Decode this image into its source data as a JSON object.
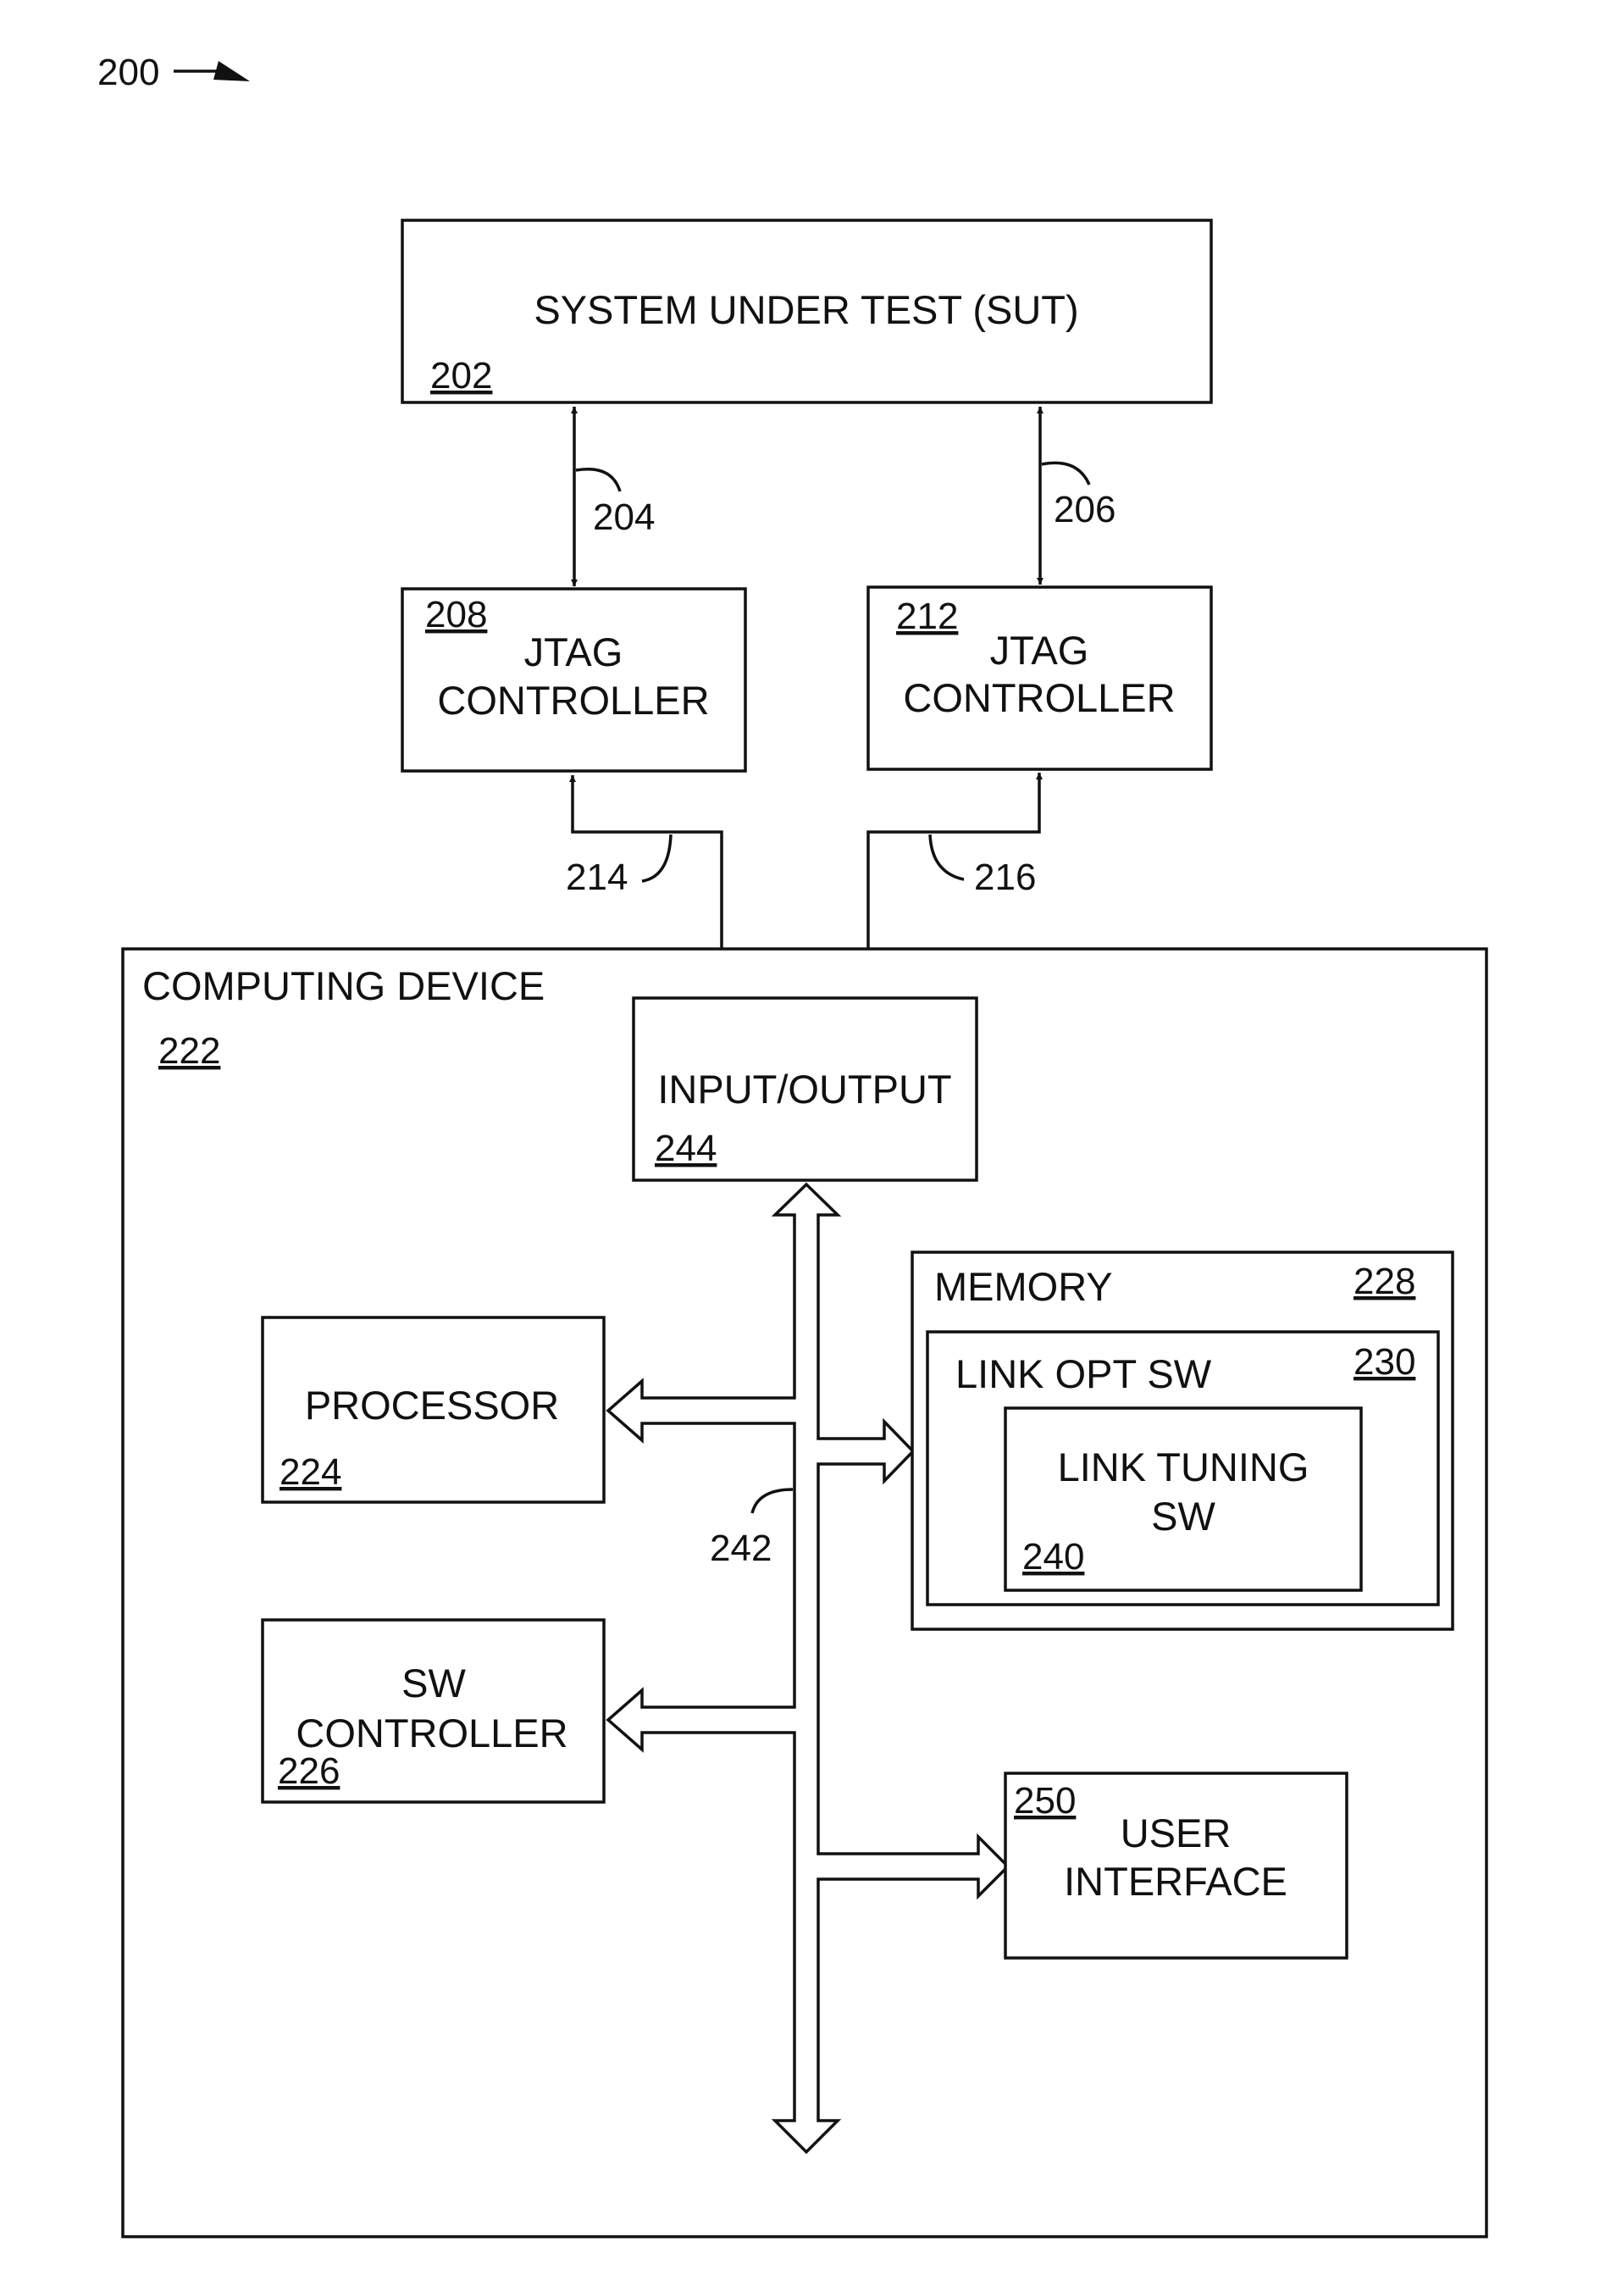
{
  "figure": {
    "number": "200",
    "sut": {
      "label": "SYSTEM UNDER TEST (SUT)",
      "ref": "202"
    },
    "links": {
      "sut_jtag_left": "204",
      "sut_jtag_right": "206",
      "jtag_io_left": "214",
      "jtag_io_right": "216",
      "bus": "242"
    },
    "jtag_left": {
      "line1": "JTAG",
      "line2": "CONTROLLER",
      "ref": "208"
    },
    "jtag_right": {
      "line1": "JTAG",
      "line2": "CONTROLLER",
      "ref": "212"
    },
    "computing_device": {
      "label": "COMPUTING DEVICE",
      "ref": "222"
    },
    "io": {
      "label": "INPUT/OUTPUT",
      "ref": "244"
    },
    "processor": {
      "label": "PROCESSOR",
      "ref": "224"
    },
    "sw_controller": {
      "line1": "SW",
      "line2": "CONTROLLER",
      "ref": "226"
    },
    "memory": {
      "label": "MEMORY",
      "ref": "228"
    },
    "link_opt_sw": {
      "label": "LINK OPT SW",
      "ref": "230"
    },
    "link_tuning_sw": {
      "line1": "LINK TUNING",
      "line2": "SW",
      "ref": "240"
    },
    "user_interface": {
      "line1": "USER",
      "line2": "INTERFACE",
      "ref": "250"
    }
  }
}
